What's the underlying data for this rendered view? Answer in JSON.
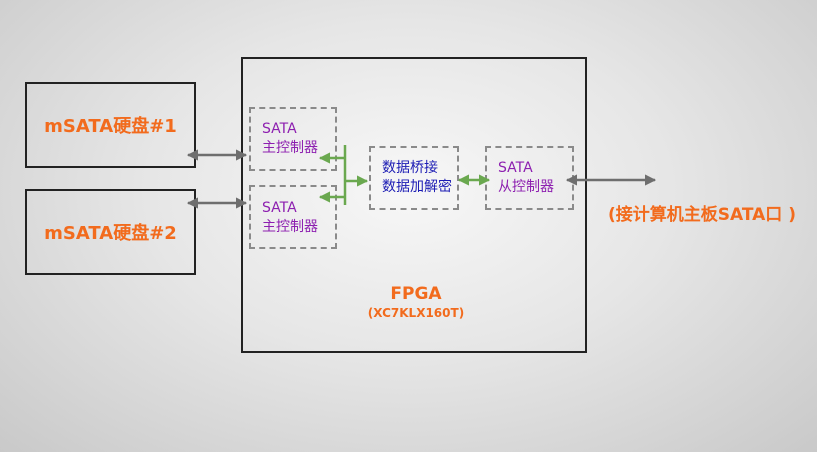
{
  "disks": [
    {
      "label": "mSATA硬盘#1"
    },
    {
      "label": "mSATA硬盘#2"
    }
  ],
  "fpga": {
    "title": "FPGA",
    "part": "(XC7KLX160T)"
  },
  "host_controllers": [
    {
      "line1": "SATA",
      "line2": "主控制器"
    },
    {
      "line1": "SATA",
      "line2": "主控制器"
    }
  ],
  "bridge": {
    "line1": "数据桥接",
    "line2": "数据加解密"
  },
  "device_controller": {
    "line1": "SATA",
    "line2": "从控制器"
  },
  "host_connection": {
    "label": "(接计算机主板SATA口 )"
  },
  "colors": {
    "label_orange": "#f26b1d",
    "controller_purple": "#8d1fb0",
    "bridge_blue": "#1c1cb4",
    "external_arrow_gray": "#6e6e6e",
    "internal_arrow_green": "#6aa84f"
  }
}
